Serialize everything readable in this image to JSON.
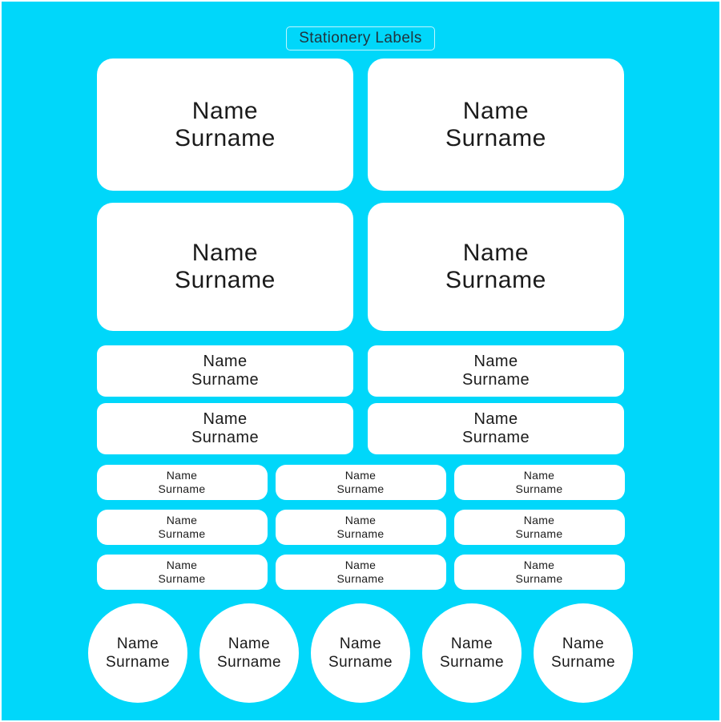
{
  "title": "Stationery Labels",
  "label_text": {
    "name": "Name",
    "surname": "Surname"
  },
  "colors": {
    "background": "#00d7fa",
    "page_edge": "#ffffff",
    "label_fill": "#ffffff",
    "label_text": "#1b1b1b",
    "title_text": "#21343d",
    "title_border": "#d5f5fb"
  },
  "sheet": {
    "groups": [
      {
        "name": "large-rect-labels",
        "count": 4
      },
      {
        "name": "medium-rect-labels",
        "count": 4
      },
      {
        "name": "small-rect-labels",
        "count": 9
      },
      {
        "name": "round-labels",
        "count": 5
      }
    ]
  }
}
